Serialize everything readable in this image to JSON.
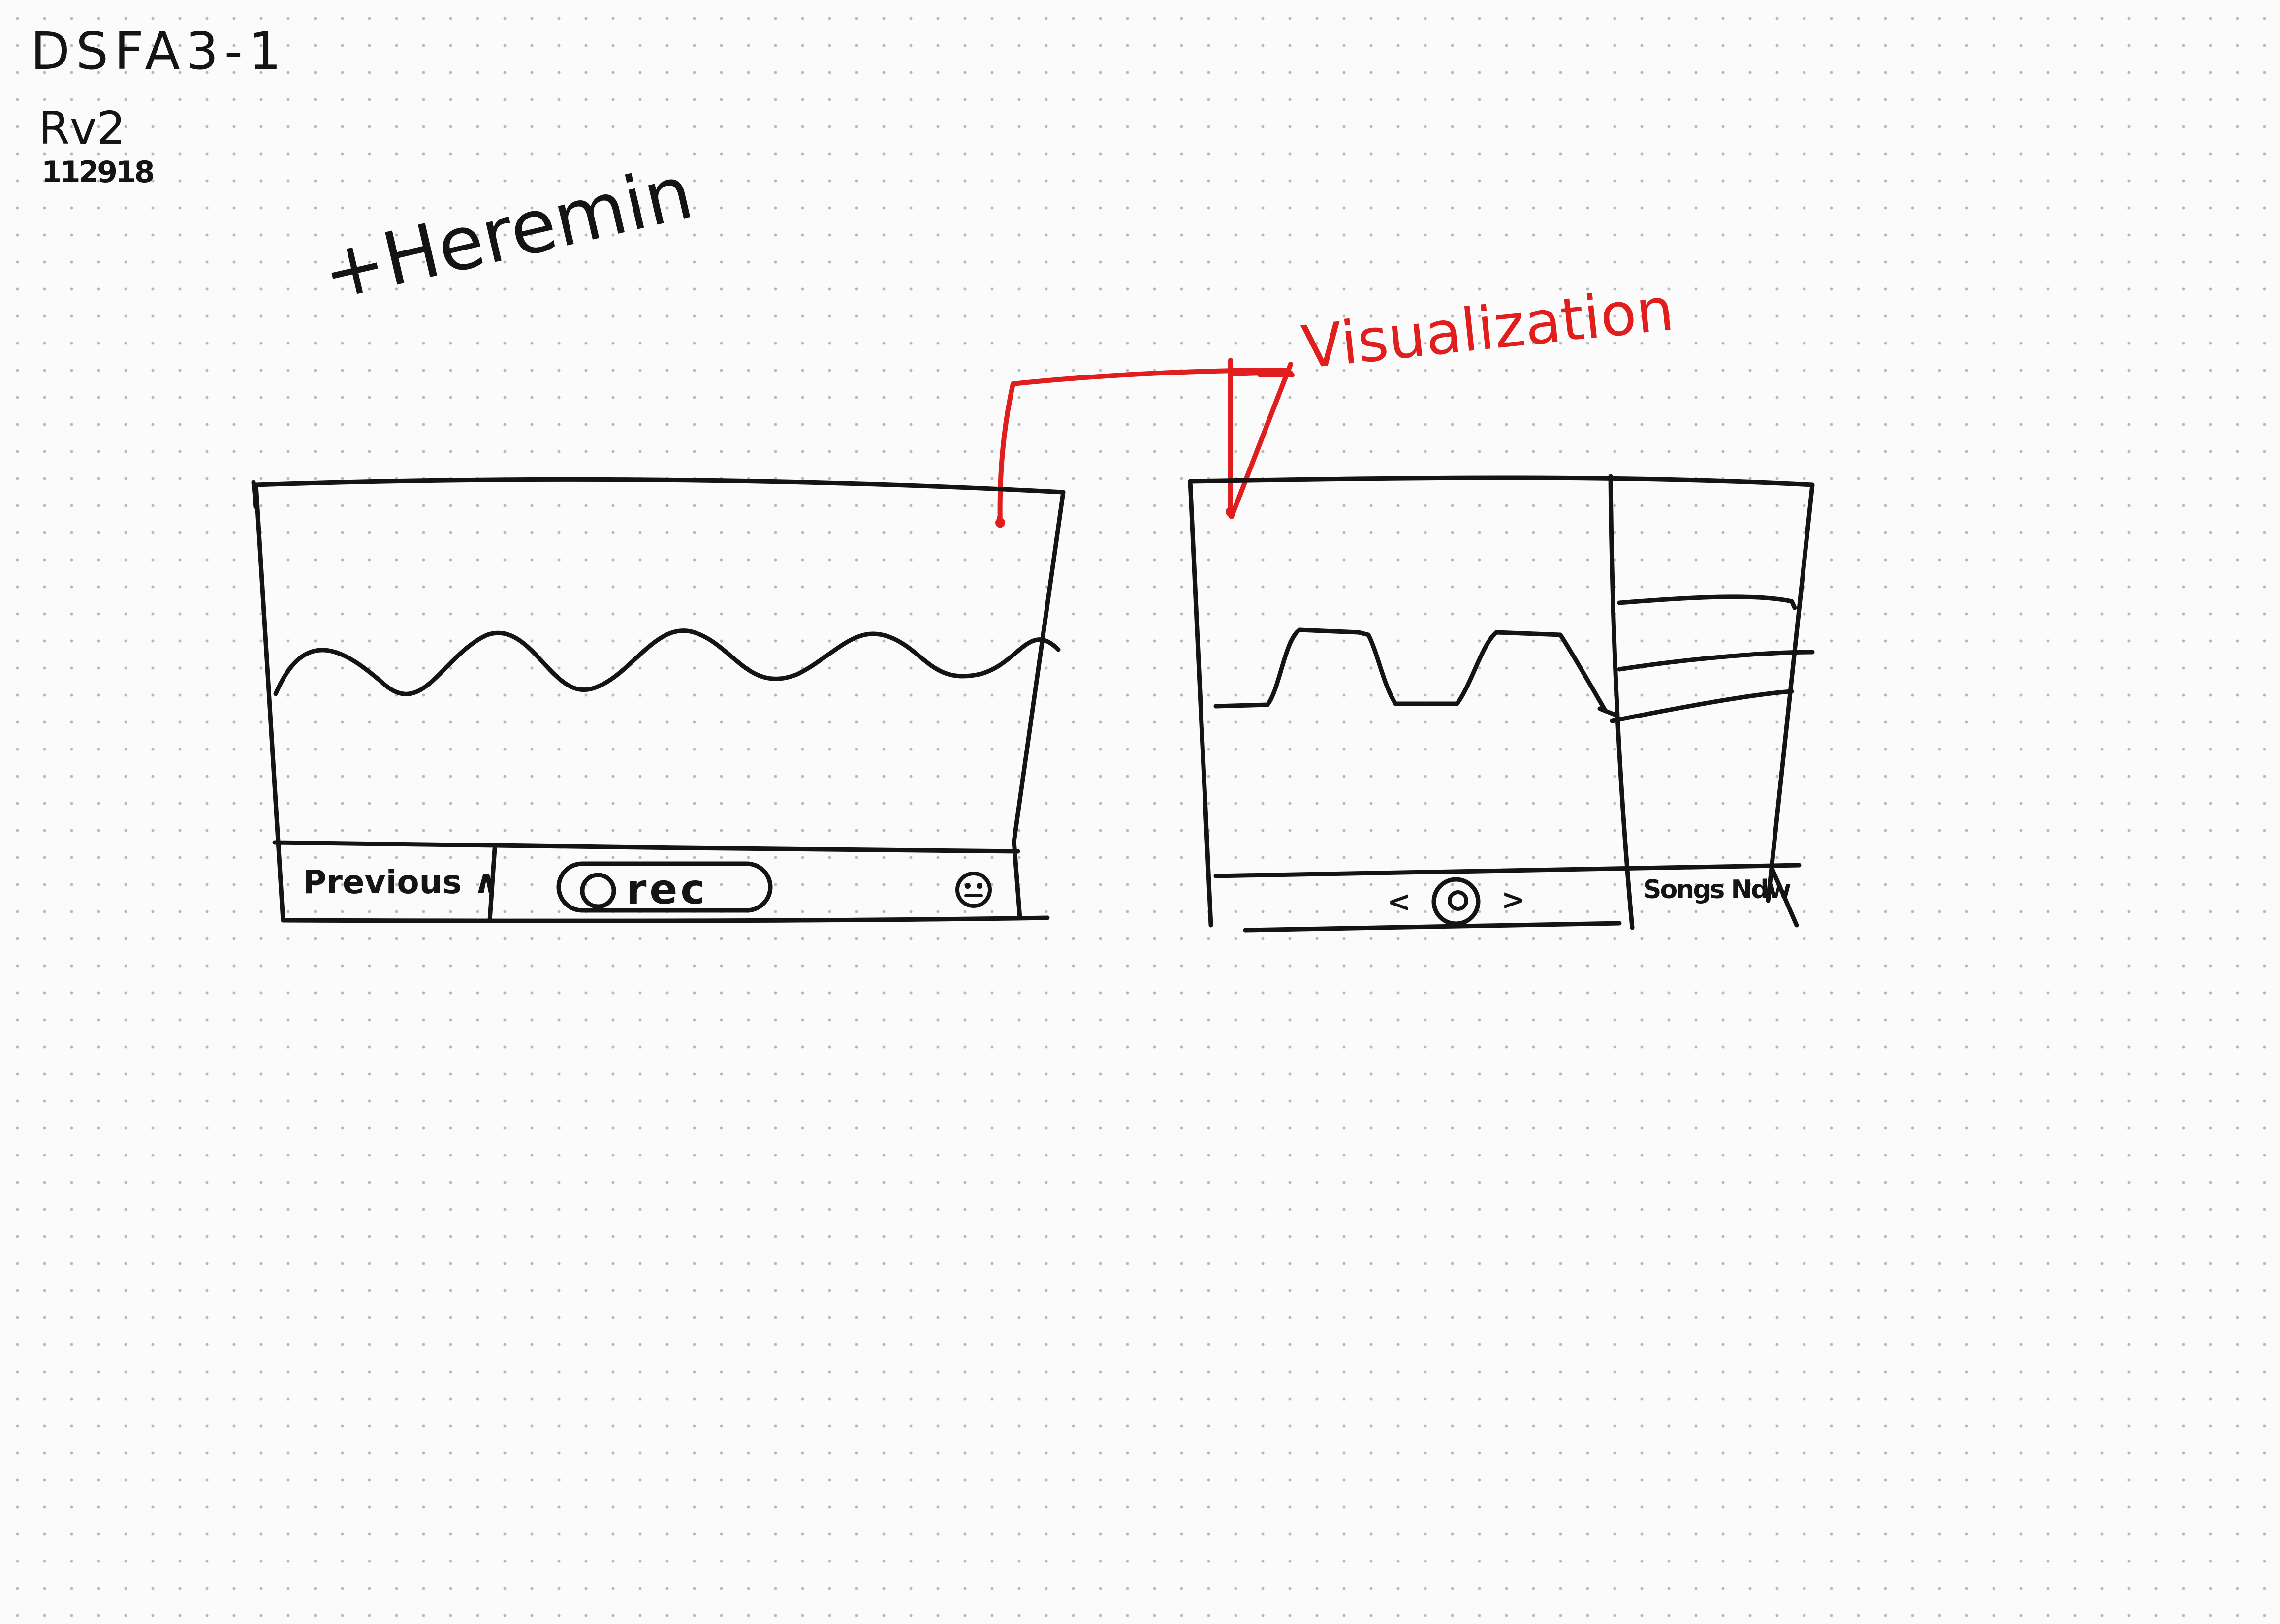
{
  "page": {
    "code": "DSFA3-1",
    "revision": "Rv2",
    "date": "112918",
    "title": "+Heremin"
  },
  "annotation": {
    "label": "Visualization",
    "color": "#e01e1e"
  },
  "ink_color": "#141414",
  "left_screen": {
    "previous_label": "Previous ∧",
    "rec_label": "rec",
    "settings_icon": "face-icon"
  },
  "right_screen": {
    "prev_arrow": "<",
    "next_arrow": ">",
    "play_icon": "play-icon",
    "side_label": "Songs Ndw"
  }
}
